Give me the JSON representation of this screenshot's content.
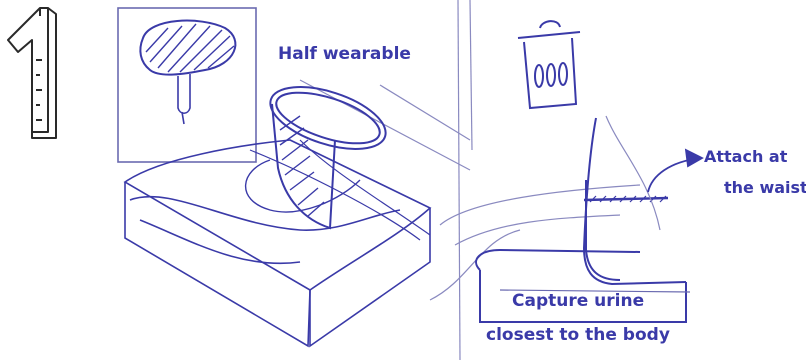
{
  "step_number": "1",
  "annotations": {
    "half_wearable": "Half wearable",
    "attach_line1": "Attach at",
    "attach_line2": "the waist",
    "capture_line1": "Capture urine",
    "capture_line2": "closest to the body"
  },
  "colors": {
    "ink": "#3a3aa8",
    "pencil": "#6a6ab0",
    "number": "#2a2a2a"
  }
}
